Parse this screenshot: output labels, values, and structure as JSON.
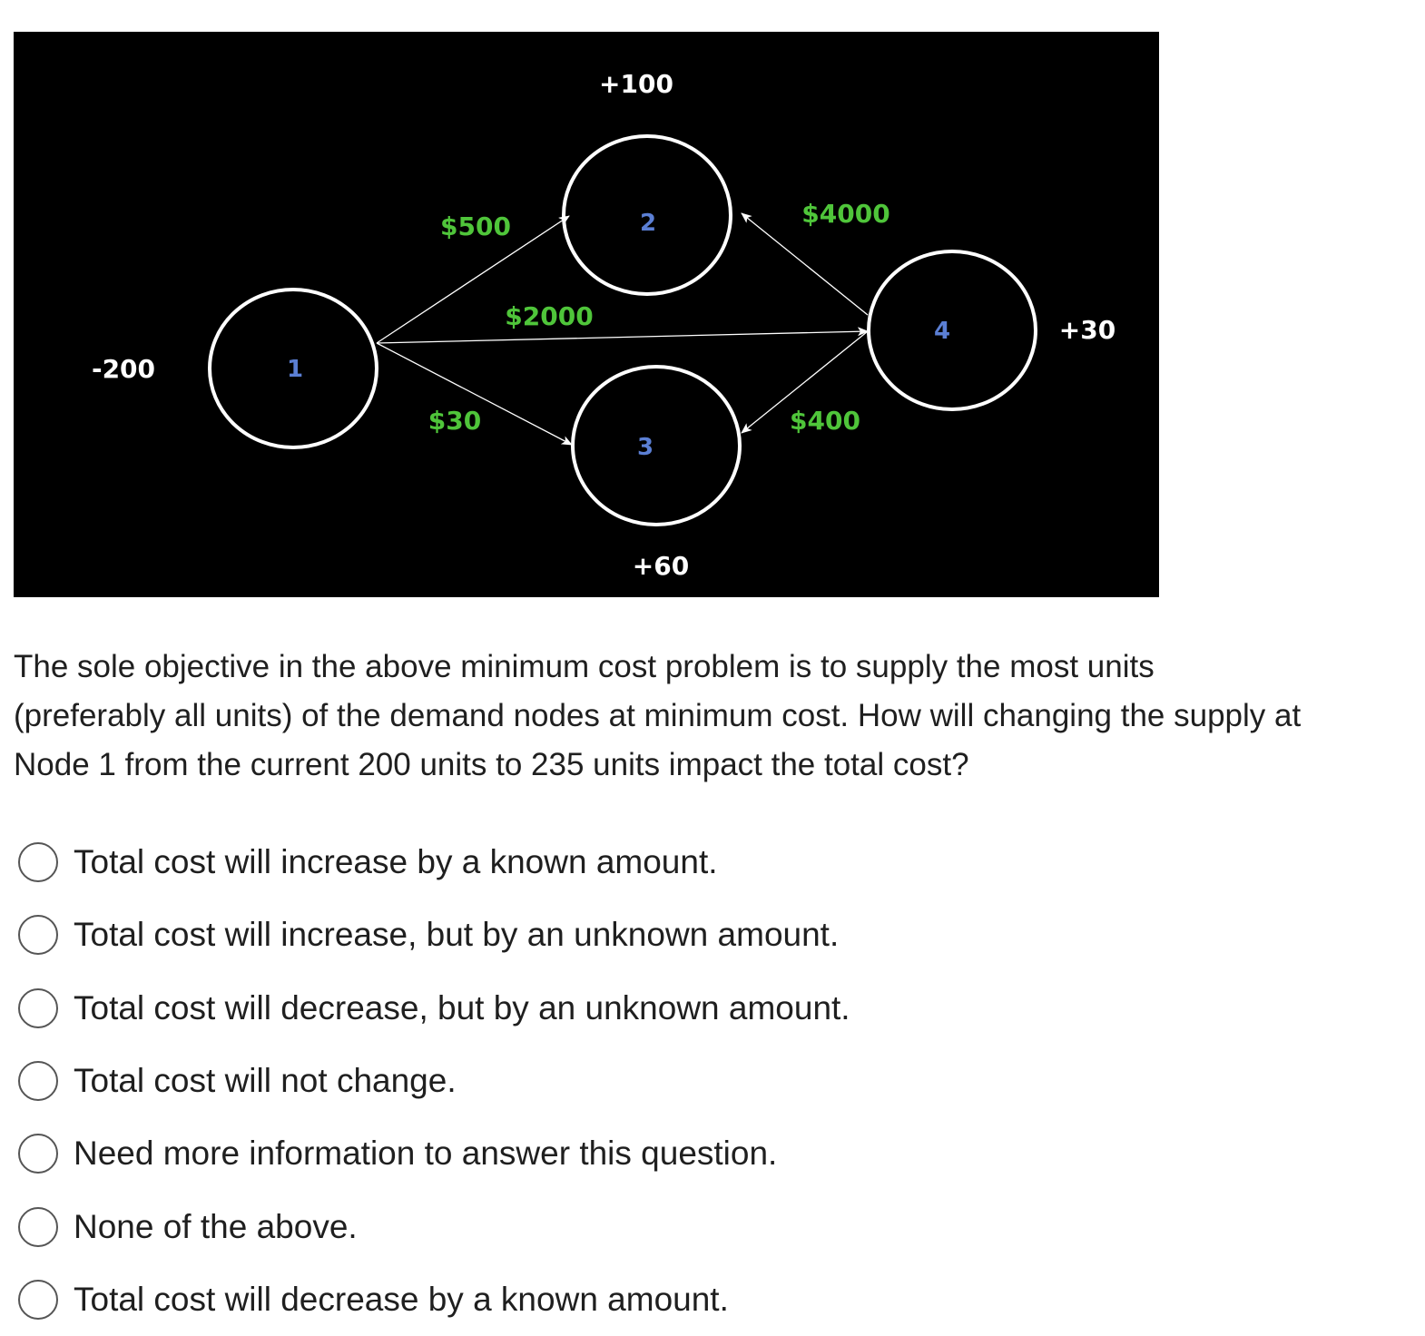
{
  "diagram": {
    "colors": {
      "background": "#000000",
      "node_outline": "#ffffff",
      "node_number": "#5b7fd4",
      "cost_label": "#4fc53a",
      "net_flow_label": "#ffffff"
    },
    "nodes": [
      {
        "id": "1",
        "label": "1",
        "net_flow": "-200"
      },
      {
        "id": "2",
        "label": "2",
        "net_flow": "+100"
      },
      {
        "id": "3",
        "label": "3",
        "net_flow": "+60"
      },
      {
        "id": "4",
        "label": "4",
        "net_flow": "+30"
      }
    ],
    "arcs": [
      {
        "from": "1",
        "to": "2",
        "cost": "$500"
      },
      {
        "from": "1",
        "to": "3",
        "cost": "$30"
      },
      {
        "from": "1",
        "to": "4",
        "cost": "$2000"
      },
      {
        "from": "4",
        "to": "2",
        "cost": "$4000"
      },
      {
        "from": "4",
        "to": "3",
        "cost": "$400"
      }
    ]
  },
  "question": {
    "text": "The sole objective in the above minimum cost problem is to supply the most units (preferably all units) of the demand nodes at minimum cost.  How will changing the supply at Node 1 from the current 200 units to 235 units impact the total cost?"
  },
  "options": [
    {
      "label": "Total cost will increase by a known amount.",
      "selected": false
    },
    {
      "label": "Total cost will increase, but by an unknown amount.",
      "selected": false
    },
    {
      "label": "Total cost will decrease, but by an unknown amount.",
      "selected": false
    },
    {
      "label": "Total cost will not change.",
      "selected": false
    },
    {
      "label": "Need more information to answer this question.",
      "selected": false
    },
    {
      "label": "None of the above.",
      "selected": false
    },
    {
      "label": "Total cost will decrease by a known amount.",
      "selected": false
    }
  ]
}
